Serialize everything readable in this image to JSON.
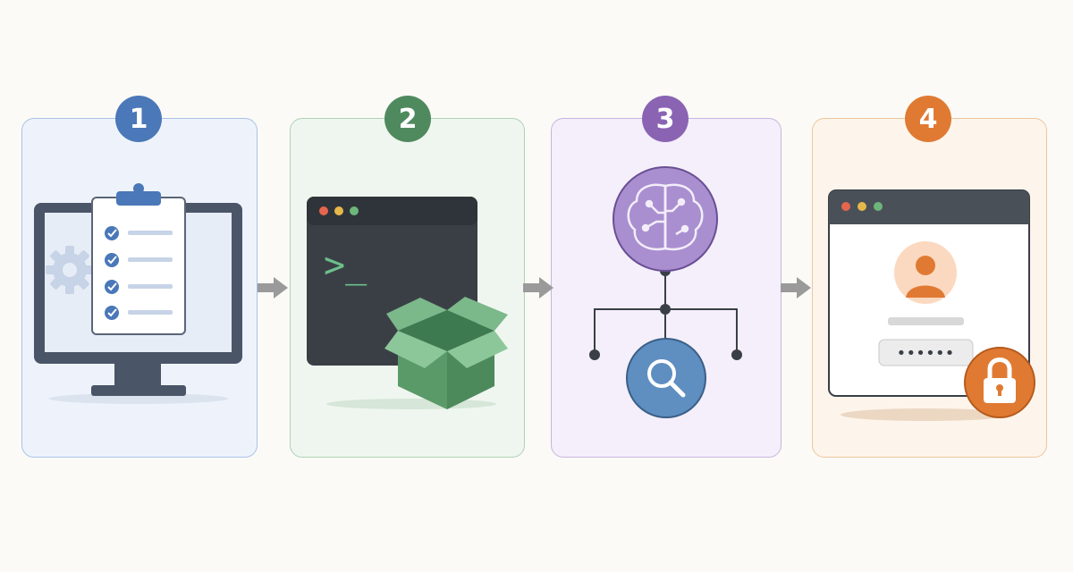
{
  "steps": [
    {
      "number": "1",
      "icon": "monitor-checklist-icon",
      "color": "#4a78b8",
      "bg": "#eef3fb",
      "border": "#a9c2e6"
    },
    {
      "number": "2",
      "icon": "terminal-package-icon",
      "color": "#4f8a5e",
      "bg": "#eff6ef",
      "border": "#b0d2b5"
    },
    {
      "number": "3",
      "icon": "brain-search-icon",
      "color": "#8a64b3",
      "bg": "#f4effa",
      "border": "#c7b5e0"
    },
    {
      "number": "4",
      "icon": "login-lock-icon",
      "color": "#e07a33",
      "bg": "#fdf5eb",
      "border": "#efc69d"
    }
  ],
  "terminal": {
    "prompt": ">_"
  },
  "login": {
    "password_mask": "••••••"
  }
}
